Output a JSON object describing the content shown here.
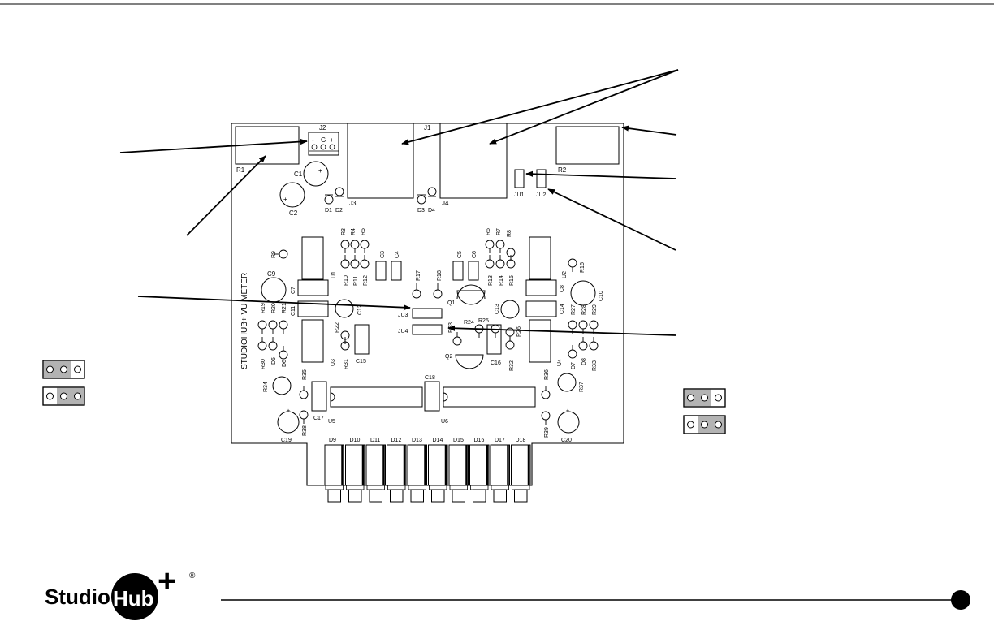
{
  "board": {
    "silkscreen": "STUDIOHUB+ VU METER",
    "connectors": {
      "j1": "J1",
      "j2": "J2",
      "j3": "J3",
      "j4": "J4",
      "j2_pins": [
        "-",
        "G",
        "+"
      ]
    },
    "trimmers": {
      "r1": "R1",
      "r2": "R2"
    },
    "jumpers": {
      "ju1": "JU1",
      "ju2": "JU2",
      "ju3": "JU3",
      "ju4": "JU4"
    },
    "ics": {
      "u1": "U1",
      "u2": "U2",
      "u3": "U3",
      "u4": "U4",
      "u5": "U5",
      "u6": "U6"
    },
    "transistors": {
      "q1": "Q1",
      "q2": "Q2"
    },
    "caps": {
      "c1": "C1",
      "c2": "C2",
      "c3": "C3",
      "c4": "C4",
      "c5": "C5",
      "c6": "C6",
      "c7": "C7",
      "c8": "C8",
      "c9": "C9",
      "c10": "C10",
      "c11": "C11",
      "c12": "C12",
      "c13": "C13",
      "c14": "C14",
      "c15": "C15",
      "c16": "C16",
      "c17": "C17",
      "c18": "C18",
      "c19": "C19",
      "c20": "C20"
    },
    "resistors": {
      "r3": "R3",
      "r4": "R4",
      "r5": "R5",
      "r6": "R6",
      "r7": "R7",
      "r8": "R8",
      "r9": "R9",
      "r10": "R10",
      "r11": "R11",
      "r12": "R12",
      "r13": "R13",
      "r14": "R14",
      "r15": "R15",
      "r16": "R16",
      "r17": "R17",
      "r18": "R18",
      "r19": "R19",
      "r20": "R20",
      "r21": "R21",
      "r22": "R22",
      "r23": "R23",
      "r24": "R24",
      "r25": "R25",
      "r26": "R26",
      "r27": "R27",
      "r28": "R28",
      "r29": "R29",
      "r30": "R30",
      "r31": "R31",
      "r32": "R32",
      "r33": "R33",
      "r34": "R34",
      "r35": "R35",
      "r36": "R36",
      "r37": "R37",
      "r38": "R38",
      "r39": "R39"
    },
    "diodes": {
      "d1": "D1",
      "d2": "D2",
      "d3": "D3",
      "d4": "D4",
      "d5": "D5",
      "d6": "D6",
      "d7": "D7",
      "d8": "D8"
    },
    "leds": [
      "D9",
      "D10",
      "D11",
      "D12",
      "D13",
      "D14",
      "D15",
      "D16",
      "D17",
      "D18"
    ]
  },
  "jumper_settings": {
    "left_top": [
      1,
      1,
      0
    ],
    "left_bottom": [
      0,
      1,
      1
    ],
    "right_top": [
      1,
      1,
      0
    ],
    "right_bottom": [
      0,
      1,
      1
    ]
  },
  "logo": {
    "studio": "Studio",
    "hub": "Hub",
    "plus": "+",
    "registered": "®"
  },
  "colors": {
    "line": "#000000",
    "jumper_fill": "#b3b3b3",
    "background": "#ffffff"
  }
}
